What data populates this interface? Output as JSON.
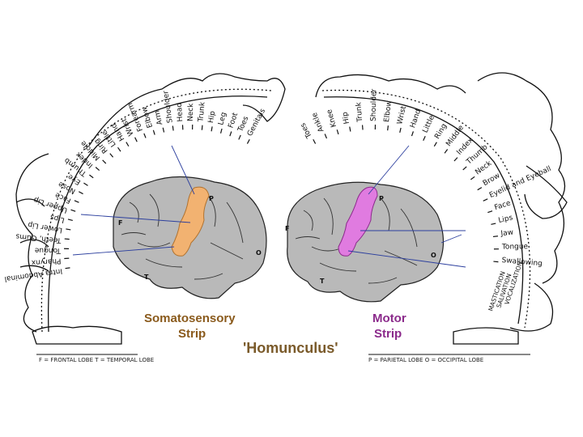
{
  "sensory_labels": [
    "Genitals",
    "Toes",
    "Foot",
    "Leg",
    "Hip",
    "Trunk",
    "Neck",
    "Head",
    "Shoulder",
    "Arm",
    "Elbow",
    "Forearm",
    "Wrist",
    "Hand",
    "Little",
    "Ring",
    "Middle",
    "Index",
    "Thumb",
    "Eye",
    "Nose",
    "Face",
    "Upper Lip",
    "Lips",
    "Lower Lip",
    "Teeth, Gums",
    "Tongue",
    "Pharynx",
    "Intra Abdominal"
  ],
  "motor_labels": [
    "Toes",
    "Ankle",
    "Knee",
    "Hip",
    "Trunk",
    "Shoulder",
    "Elbow",
    "Wrist",
    "Hand",
    "Little",
    "Ring",
    "Middle",
    "Index",
    "Thumb",
    "Neck",
    "Brow",
    "Eyelid and Eyeball",
    "Face",
    "Lips",
    "Jaw",
    "Tongue",
    "Swallowing"
  ],
  "motor_vertical": [
    "MASTICATION",
    "SALIVATION",
    "VOCALIZATION"
  ],
  "lobes": {
    "F": "F",
    "P": "P",
    "T": "T",
    "O": "O"
  },
  "sensory_title_1": "Somatosensory",
  "sensory_title_2": "Strip",
  "motor_title_1": "Motor",
  "motor_title_2": "Strip",
  "main_title": "'Homunculus'",
  "legend_left": "F = FRONTAL LOBE   T = TEMPORAL LOBE",
  "legend_right": "P = PARIETAL LOBE   O = OCCIPITAL LOBE",
  "colors": {
    "sensory_strip": "#f2b271",
    "motor_strip": "#e07be0",
    "brain": "#b9b9b9",
    "pointer": "#2c3f9e"
  }
}
